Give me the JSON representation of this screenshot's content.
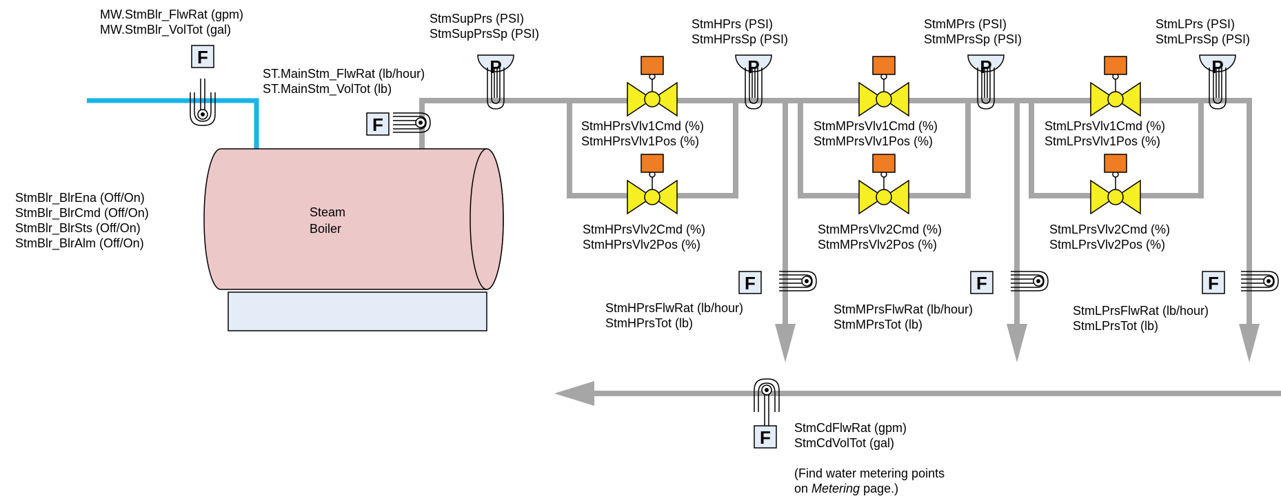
{
  "labels": {
    "makeup_flow": [
      "MW.StmBlr_FlwRat (gpm)",
      "MW.StmBlr_VolTot (gal)"
    ],
    "main_flow": [
      "ST.MainStm_FlwRat (lb/hour)",
      "ST.MainStm_VolTot (lb)"
    ],
    "supply_pressure": [
      "StmSupPrs (PSI)",
      "StmSupPrsSp (PSI)"
    ],
    "hp_pressure": [
      "StmHPrs (PSI)",
      "StmHPrsSp (PSI)"
    ],
    "mp_pressure": [
      "StmMPrs (PSI)",
      "StmMPrsSp (PSI)"
    ],
    "lp_pressure": [
      "StmLPrs (PSI)",
      "StmLPrsSp (PSI)"
    ],
    "hp_valve1": [
      "StmHPrsVlv1Cmd (%)",
      "StmHPrsVlv1Pos (%)"
    ],
    "mp_valve1": [
      "StmMPrsVlv1Cmd (%)",
      "StmMPrsVlv1Pos (%)"
    ],
    "lp_valve1": [
      "StmLPrsVlv1Cmd (%)",
      "StmLPrsVlv1Pos (%)"
    ],
    "hp_valve2": [
      "StmHPrsVlv2Cmd (%)",
      "StmHPrsVlv2Pos (%)"
    ],
    "mp_valve2": [
      "StmMPrsVlv2Cmd (%)",
      "StmMPrsVlv2Pos (%)"
    ],
    "lp_valve2": [
      "StmLPrsVlv2Cmd (%)",
      "StmLPrsVlv2Pos (%)"
    ],
    "hp_flow": [
      "StmHPrsFlwRat (lb/hour)",
      "StmHPrsTot (lb)"
    ],
    "mp_flow": [
      "StmMPrsFlwRat (lb/hour)",
      "StmMPrsTot (lb)"
    ],
    "lp_flow": [
      "StmLPrsFlwRat (lb/hour)",
      "StmLPrsTot (lb)"
    ],
    "boiler_status": [
      "StmBlr_BlrEna (Off/On)",
      "StmBlr_BlrCmd (Off/On)",
      "StmBlr_BlrSts (Off/On)",
      "StmBlr_BlrAlm (Off/On)"
    ],
    "condensate_flow": [
      "StmCdFlwRat (gpm)",
      "StmCdVolTot (gal)"
    ],
    "boiler_title": [
      "Steam",
      "Boiler"
    ],
    "note_prefix": "(Find water metering points",
    "note_on": "on ",
    "note_page": "Metering",
    "note_suffix": " page.)"
  },
  "instruments": {
    "flow_letter": "F",
    "pressure_letter": "P"
  },
  "colors": {
    "steam_pipe": "#a6a6a6",
    "water_pipe": "#19b4e8",
    "boiler_fill": "#ecc8c8",
    "boiler_base": "#e4ecf7",
    "valve_body": "#f5ef23",
    "actuator": "#f07c23",
    "instrument_box": "#e4ecf7"
  }
}
